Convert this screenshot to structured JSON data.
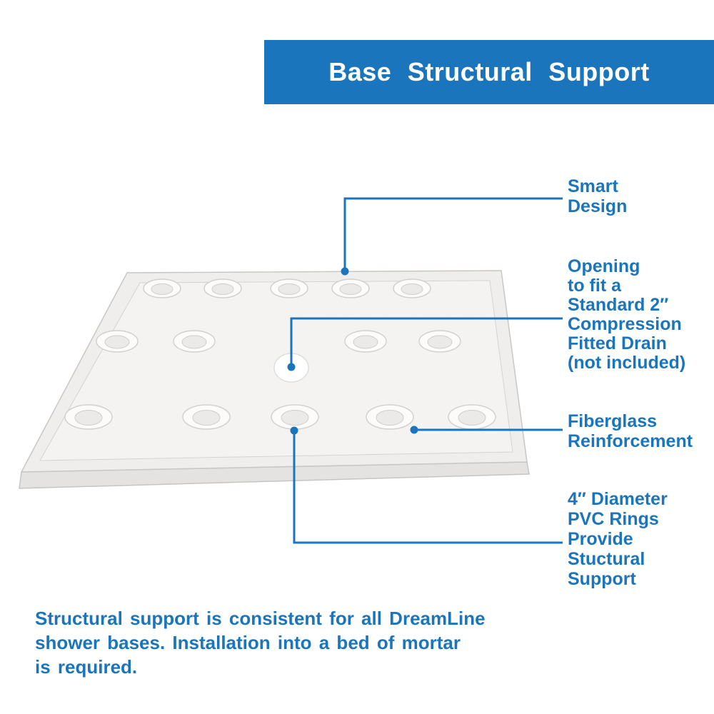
{
  "colors": {
    "brand_blue": "#1b75bc",
    "banner_text": "#ffffff"
  },
  "header": {
    "title": "Base Structural Support"
  },
  "callouts": {
    "smart_design": {
      "lines": [
        "Smart",
        "Design"
      ]
    },
    "drain": {
      "lines": [
        "Opening",
        "to fit a",
        "Standard 2″",
        "Compression",
        "Fitted Drain",
        "(not included)"
      ]
    },
    "fiberglass": {
      "lines": [
        "Fiberglass",
        "Reinforcement"
      ]
    },
    "pvc_rings": {
      "lines": [
        "4″ Diameter",
        "PVC Rings",
        "Provide",
        "Stuctural",
        "Support"
      ]
    }
  },
  "footer": {
    "lines": [
      "Structural support is consistent for all DreamLine",
      "shower bases. Installation into a bed of mortar",
      "is required."
    ]
  }
}
